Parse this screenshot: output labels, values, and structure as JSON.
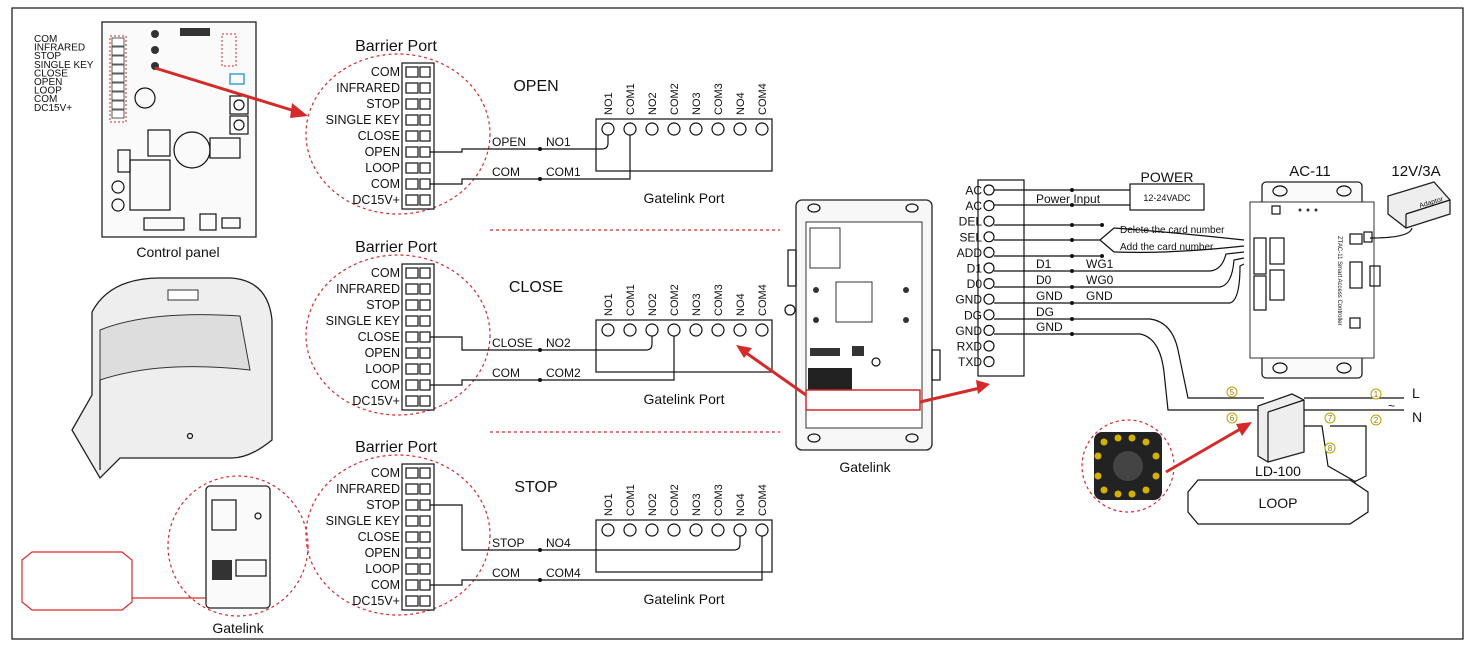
{
  "control_panel": {
    "caption": "Control panel",
    "terminal_labels": [
      "COM",
      "INFRARED",
      "STOP",
      "SINGLE KEY",
      "CLOSE",
      "OPEN",
      "LOOP",
      "COM",
      "DC15V+"
    ]
  },
  "barrier_port": {
    "title": "Barrier Port",
    "labels": [
      "COM",
      "INFRARED",
      "STOP",
      "SINGLE KEY",
      "CLOSE",
      "OPEN",
      "LOOP",
      "COM",
      "DC15V+"
    ]
  },
  "gatelink_port": {
    "title": "Gatelink Port",
    "pins": [
      "NO1",
      "COM1",
      "NO2",
      "COM2",
      "NO3",
      "COM3",
      "NO4",
      "COM4"
    ]
  },
  "sections": [
    {
      "mode": "OPEN",
      "signal_label": "OPEN",
      "signal_pin": "NO1",
      "com_label": "COM",
      "com_pin": "COM1"
    },
    {
      "mode": "CLOSE",
      "signal_label": "CLOSE",
      "signal_pin": "NO2",
      "com_label": "COM",
      "com_pin": "COM2"
    },
    {
      "mode": "STOP",
      "signal_label": "STOP",
      "signal_pin": "NO4",
      "com_label": "COM",
      "com_pin": "COM4"
    }
  ],
  "gatelink_center": {
    "caption": "Gatelink"
  },
  "gatelink_small": {
    "caption": "Gatelink"
  },
  "gatelink_terminal": {
    "pins": [
      "AC",
      "AC",
      "DEL",
      "SEL",
      "ADD",
      "D1",
      "D0",
      "GND",
      "DG",
      "GND",
      "RXD",
      "TXD"
    ]
  },
  "wiring": {
    "power_input": "Power Input",
    "power_title": "POWER",
    "power_spec": "12-24VADC",
    "delete_card": "Delete the card number",
    "add_card": "Add the card number",
    "d1": "D1",
    "wg1": "WG1",
    "d0": "D0",
    "wg0": "WG0",
    "gnd_a": "GND",
    "gnd_b": "GND",
    "dg": "DG",
    "gnd_c": "GND"
  },
  "ac11": {
    "title": "AC-11",
    "side_text": "ZTAC-11 Smart Access Controller"
  },
  "adapter": {
    "title": "12V/3A",
    "label": "Adaptor"
  },
  "ld100": {
    "title": "LD-100",
    "pins": [
      "1",
      "2",
      "5",
      "6",
      "7",
      "8"
    ],
    "l": "L",
    "n": "N",
    "ac_symbol": "~"
  },
  "loop": {
    "label": "LOOP"
  }
}
